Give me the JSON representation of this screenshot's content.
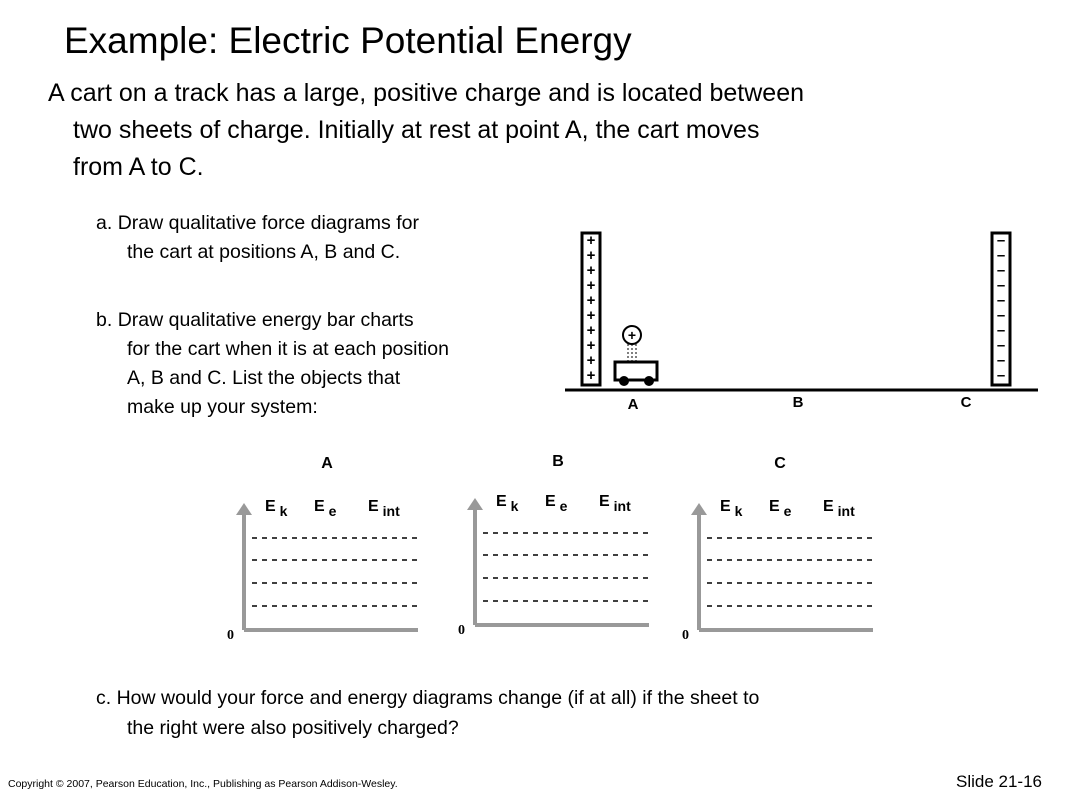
{
  "slide": {
    "title": "Example: Electric Potential Energy",
    "intro_lines": [
      "A cart on a track has a large, positive charge and is located between",
      "two sheets of charge.  Initially at rest at point A, the cart moves",
      "from A to C."
    ],
    "question_a": {
      "label": "a.",
      "lines": [
        "Draw qualitative force diagrams for",
        "the cart at positions A, B and C."
      ]
    },
    "question_b": {
      "label": "b.",
      "lines": [
        "Draw qualitative energy bar charts",
        "for the cart when it is at each position",
        "A, B and C.  List the objects that",
        "make up your system:"
      ]
    },
    "question_c": {
      "label": "c.",
      "lines": [
        " How would your force and energy diagrams change (if at all) if the sheet to",
        "the right were also positively charged?"
      ]
    },
    "copyright": "Copyright © 2007, Pearson Education, Inc., Publishing as Pearson Addison-Wesley.",
    "slide_number": "Slide 21-16"
  },
  "figure": {
    "left_plate_sign": "+",
    "right_plate_sign": "–",
    "cart_charge_sign": "+",
    "positions": [
      "A",
      "B",
      "C"
    ]
  },
  "energy_charts": {
    "axis_zero": "0",
    "energy_label": "E",
    "bars": [
      {
        "symbol": "E",
        "subscript": "k"
      },
      {
        "symbol": "E",
        "subscript": "e"
      },
      {
        "symbol": "E",
        "subscript": "int"
      }
    ],
    "charts": [
      {
        "title": "A"
      },
      {
        "title": "B"
      },
      {
        "title": "C"
      }
    ]
  },
  "colors": {
    "text": "#000000",
    "background": "#ffffff",
    "track": "#000000"
  }
}
